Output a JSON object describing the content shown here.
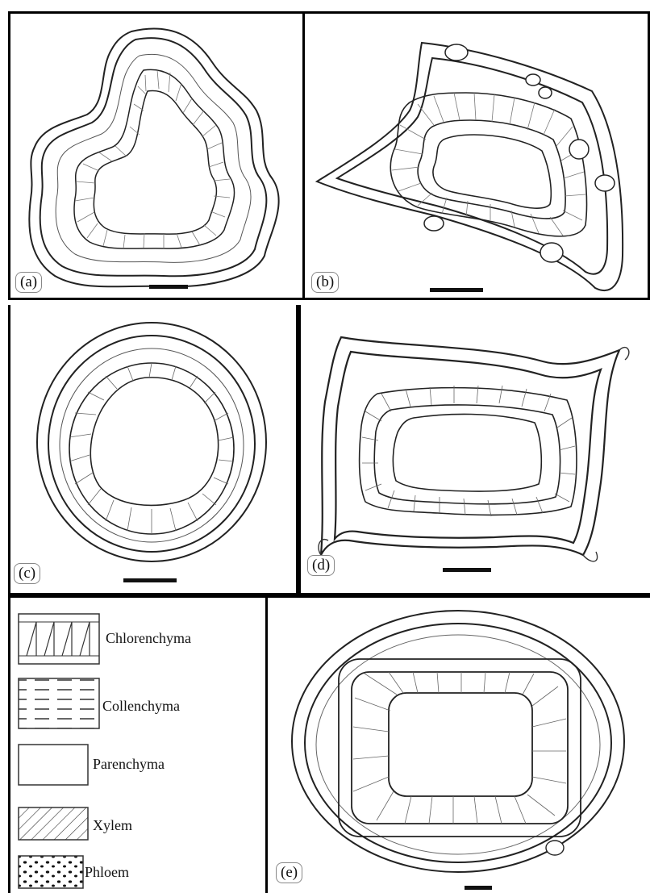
{
  "panels": [
    {
      "label": "(a)"
    },
    {
      "label": "(b)"
    },
    {
      "label": "(c)"
    },
    {
      "label": "(d)"
    },
    {
      "label": "(e)"
    }
  ],
  "legend": {
    "items": [
      {
        "label": "Chlorenchyma",
        "pattern": "chlorenchyma"
      },
      {
        "label": "Collenchyma",
        "pattern": "collenchyma"
      },
      {
        "label": "Parenchyma",
        "pattern": "parenchyma"
      },
      {
        "label": "Xylem",
        "pattern": "xylem"
      },
      {
        "label": "Phloem",
        "pattern": "phloem"
      }
    ]
  },
  "colors": {
    "ink": "#1a1a1a",
    "paper": "#ffffff",
    "border": "#000000"
  }
}
